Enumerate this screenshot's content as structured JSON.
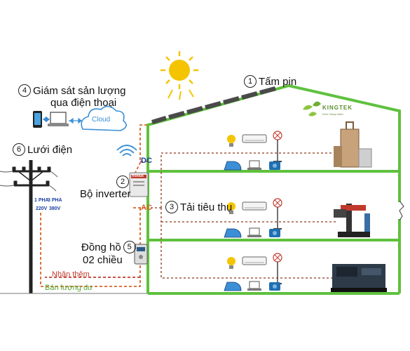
{
  "labels": {
    "solar_panel": "Tấm pin",
    "monitoring_line1": "Giám sát sản lượng",
    "monitoring_line2": "qua điện thoại",
    "grid": "Lưới điện",
    "inverter": "Bộ inverter",
    "loads": "Tải tiêu thụ",
    "meter_line1": "Đồng hồ",
    "meter_line2": "02 chiều",
    "import_flow": "Nhận thêm",
    "export_flow": "Bán lượng dư",
    "cloud": "Cloud",
    "dc": "DC",
    "ac": "AC",
    "inverter_brand": "fronius"
  },
  "numbers": {
    "n1": "1",
    "n2": "2",
    "n3": "3",
    "n4": "4",
    "n5": "5",
    "n6": "6"
  },
  "pole_labels": {
    "phase1_a": "1 PHA",
    "phase1_b": "220V",
    "phase3_a": "3 PHA",
    "phase3_b": "380V"
  },
  "brand": {
    "name": "KINGTEK",
    "tagline": "Kinh Vibuyi lotter"
  },
  "colors": {
    "house_outline": "#5fc13e",
    "wire_orange": "#d9632a",
    "wire_brown": "#8b3a1a",
    "import_text": "#c0392b",
    "export_text": "#5aa632",
    "sun": "#f5c400",
    "panel": "#4a4a4a",
    "dc_label": "#1a3fa0",
    "ac_label": "#d9632a"
  }
}
